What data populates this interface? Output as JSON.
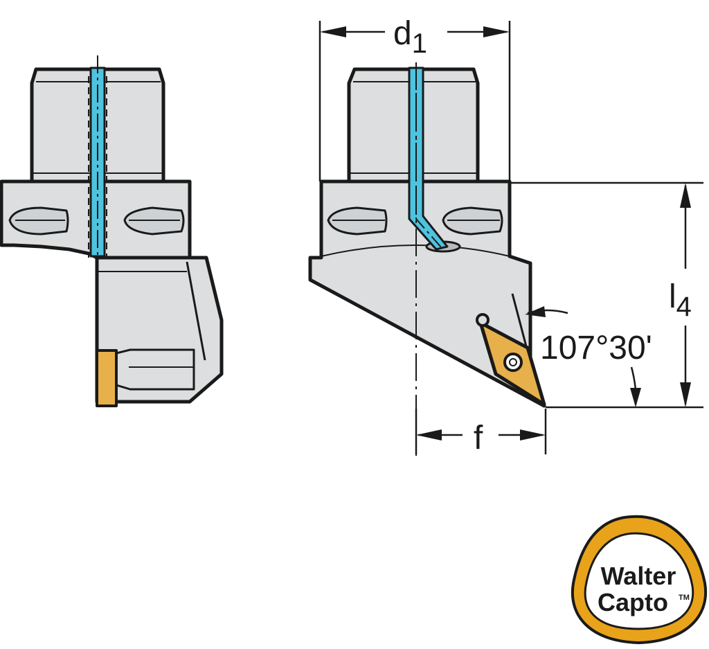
{
  "colors": {
    "body_fill": "#dcdedf",
    "outline": "#1a1a1a",
    "coolant": "#4ec3e0",
    "insert": "#e8b04a",
    "logo_ring": "#e8a31a"
  },
  "dimensions": {
    "d1_main": "d",
    "d1_sub": "1",
    "l4_main": "l",
    "l4_sub": "4",
    "f": "f",
    "angle": "107°30'"
  },
  "logo": {
    "line1": "Walter",
    "line2": "Capto",
    "tm": "TM"
  }
}
